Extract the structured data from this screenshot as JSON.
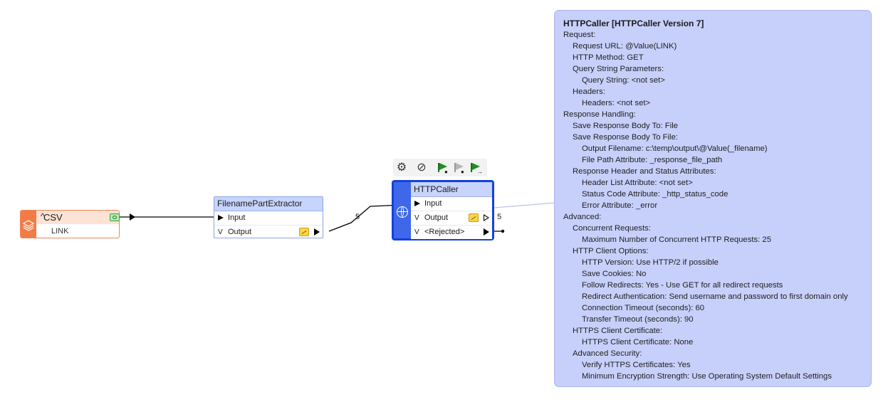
{
  "csv_reader": {
    "name": "CSV",
    "attribute": "LINK"
  },
  "filename_part_extractor": {
    "name": "FilenamePartExtractor",
    "input_label": "Input",
    "output_label": "Output",
    "output_count": "5"
  },
  "http_caller": {
    "name": "HTTPCaller",
    "input_label": "Input",
    "output_label": "Output",
    "rejected_label": "<Rejected>",
    "output_count": "5"
  },
  "toolbar": {
    "icons": [
      "gear-icon",
      "disable-icon",
      "run-to-this-icon",
      "run-from-this-icon",
      "run-just-this-icon"
    ]
  },
  "tooltip": {
    "title": "HTTPCaller [HTTPCaller Version 7]",
    "lines": [
      {
        "level": 0,
        "text": "Request:"
      },
      {
        "level": 1,
        "text": "Request URL: @Value(LINK)"
      },
      {
        "level": 1,
        "text": "HTTP Method: GET"
      },
      {
        "level": 1,
        "text": "Query String Parameters:"
      },
      {
        "level": 2,
        "text": "Query String: <not set>"
      },
      {
        "level": 1,
        "text": "Headers:"
      },
      {
        "level": 2,
        "text": "Headers: <not set>"
      },
      {
        "level": 0,
        "text": "Response Handling:"
      },
      {
        "level": 1,
        "text": "Save Response Body To: File"
      },
      {
        "level": 1,
        "text": "Save Response Body To File:"
      },
      {
        "level": 2,
        "text": "Output Filename: c:\\temp\\output\\@Value(_filename)"
      },
      {
        "level": 2,
        "text": "File Path Attribute: _response_file_path"
      },
      {
        "level": 1,
        "text": "Response Header and Status Attributes:"
      },
      {
        "level": 2,
        "text": "Header List Attribute: <not set>"
      },
      {
        "level": 2,
        "text": "Status Code Attribute: _http_status_code"
      },
      {
        "level": 2,
        "text": "Error Attribute: _error"
      },
      {
        "level": 0,
        "text": "Advanced:"
      },
      {
        "level": 1,
        "text": "Concurrent Requests:"
      },
      {
        "level": 2,
        "text": "Maximum Number of Concurrent HTTP Requests: 25"
      },
      {
        "level": 1,
        "text": "HTTP Client Options:"
      },
      {
        "level": 2,
        "text": "HTTP Version: Use HTTP/2 if possible"
      },
      {
        "level": 2,
        "text": "Save Cookies: No"
      },
      {
        "level": 2,
        "text": "Follow Redirects: Yes - Use GET for all redirect requests"
      },
      {
        "level": 2,
        "text": "Redirect Authentication: Send username and password to first domain only"
      },
      {
        "level": 2,
        "text": "Connection Timeout (seconds): 60"
      },
      {
        "level": 2,
        "text": "Transfer Timeout (seconds): 90"
      },
      {
        "level": 1,
        "text": "HTTPS Client Certificate:"
      },
      {
        "level": 2,
        "text": "HTTPS Client Certificate: None"
      },
      {
        "level": 1,
        "text": "Advanced Security:"
      },
      {
        "level": 2,
        "text": "Verify HTTPS Certificates: Yes"
      },
      {
        "level": 2,
        "text": "Minimum Encryption Strength: Use Operating System Default Settings"
      }
    ]
  },
  "colors": {
    "reader_accent": "#f37b45",
    "transformer_header": "#c7d4fc",
    "selected_border": "#1441e0",
    "tooltip_bg": "#c7d0fb"
  }
}
